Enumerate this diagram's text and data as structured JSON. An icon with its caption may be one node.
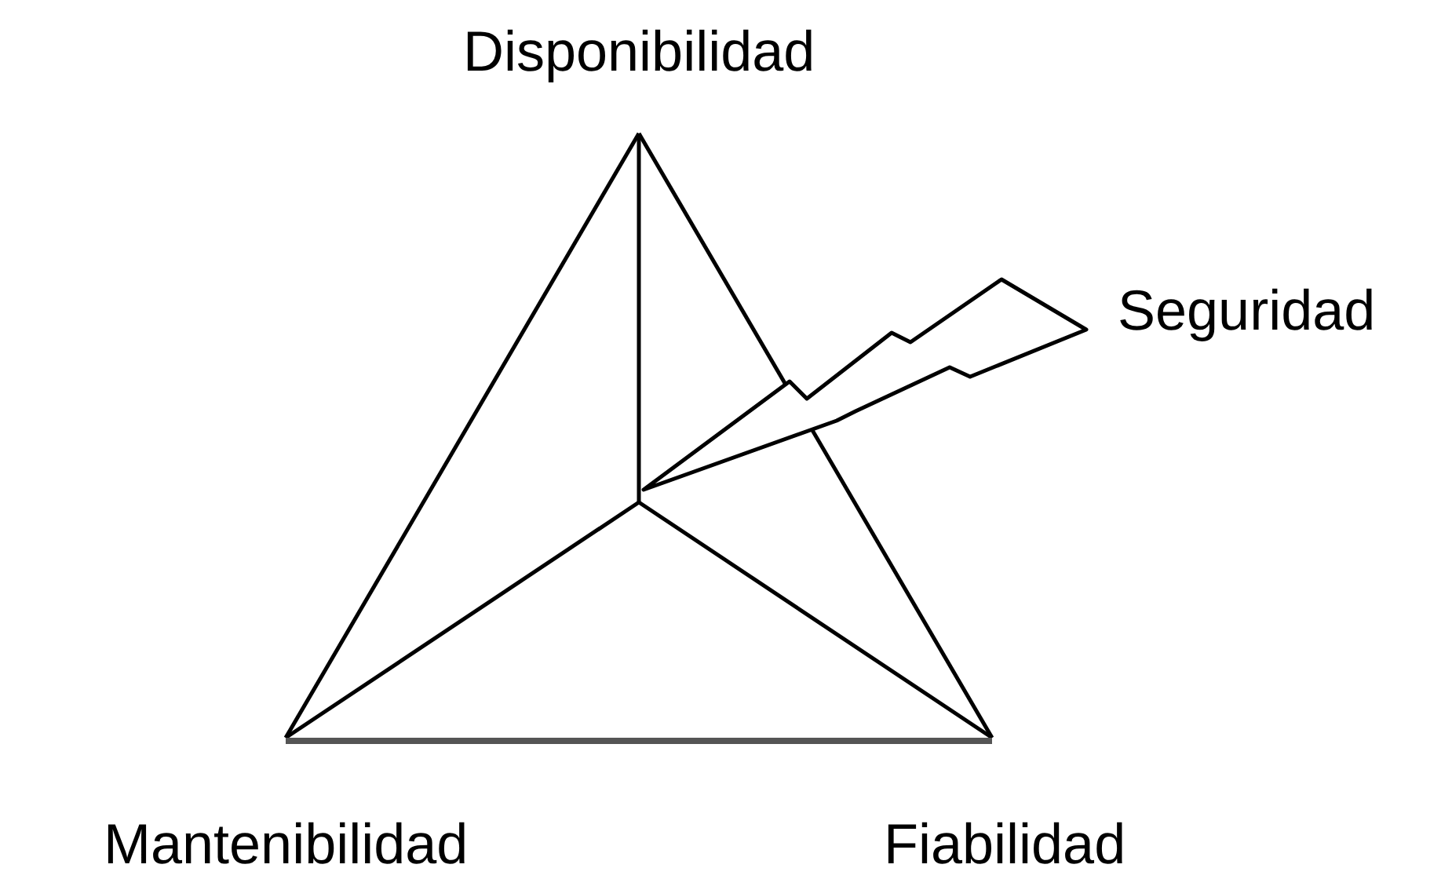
{
  "diagram": {
    "labels": [
      "Disponibilidad",
      "Seguridad",
      "Mantenibilidad",
      "Fiabilidad"
    ]
  }
}
